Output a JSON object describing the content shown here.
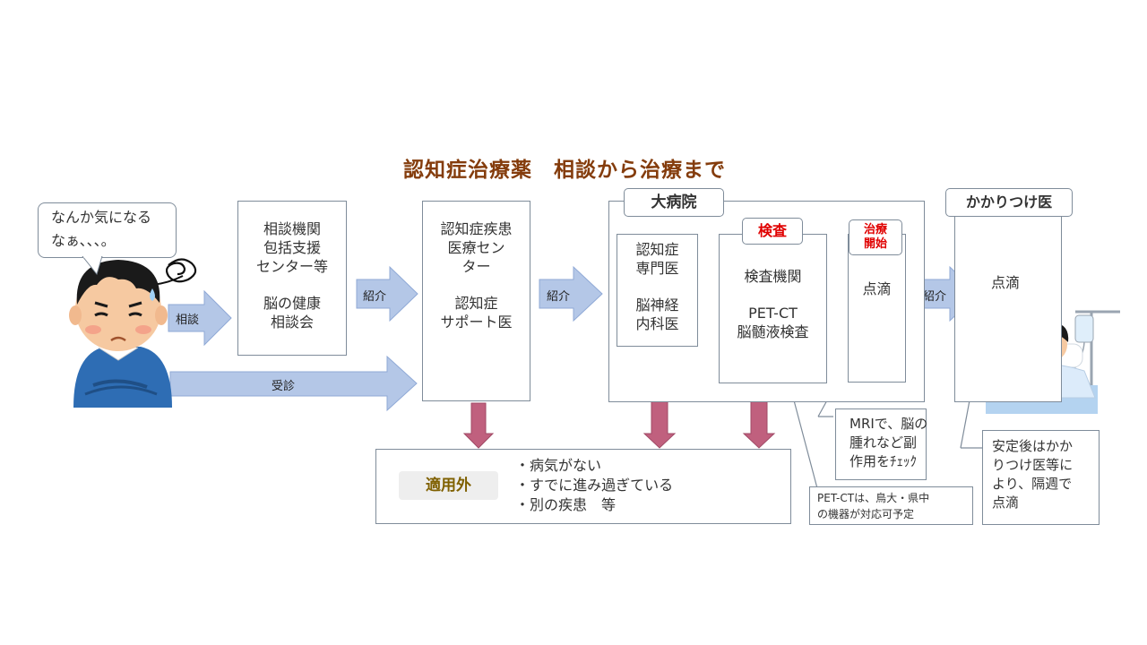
{
  "title": "認知症治療薬　相談から治療まで",
  "bubble": [
    "なんか気になる",
    "なぁ、、、。"
  ],
  "arrows": {
    "soudan": "相談",
    "jushin": "受診",
    "shokai1": "紹介",
    "shokai2": "紹介",
    "shokai3": "紹介"
  },
  "consult_box": [
    "相談機関",
    "包括支援",
    "センター等",
    "",
    "脳の健康",
    "相談会"
  ],
  "medical_center_box": [
    "認知症疾患",
    "医療セン",
    "ター",
    "",
    "認知症",
    "サポート医"
  ],
  "hospital": {
    "label": "大病院",
    "specialist": [
      "認知症",
      "専門医",
      "",
      "脳神経",
      "内科医"
    ],
    "exam_tag": "検査",
    "exam_box": [
      "検査機関",
      "",
      "PET-CT",
      "脳髄液検査"
    ],
    "treat_tag": [
      "治療",
      "開始"
    ],
    "treat_box": "点滴"
  },
  "gp": {
    "label": "かかりつけ医",
    "box": "点滴"
  },
  "notes": {
    "mri": [
      "MRIで、脳の",
      "腫れなど副",
      "作用をﾁｪｯｸ"
    ],
    "petct": [
      "PET-CTは、鳥大・県中",
      "の機器が対応可予定"
    ],
    "after": [
      "安定後はかか",
      "りつけ医等に",
      "より、隔週で",
      "点滴"
    ]
  },
  "exclusion": {
    "label": "適用外",
    "items": [
      "・病気がない",
      "・すでに進み過ぎている",
      "・別の疾患　等"
    ]
  },
  "colors": {
    "title": "#843c0c",
    "blue_arrow": "#b4c7e7",
    "yellow_arrow": "#ffe699",
    "down_arrow": "#c0607e",
    "red_text": "#e00000"
  }
}
